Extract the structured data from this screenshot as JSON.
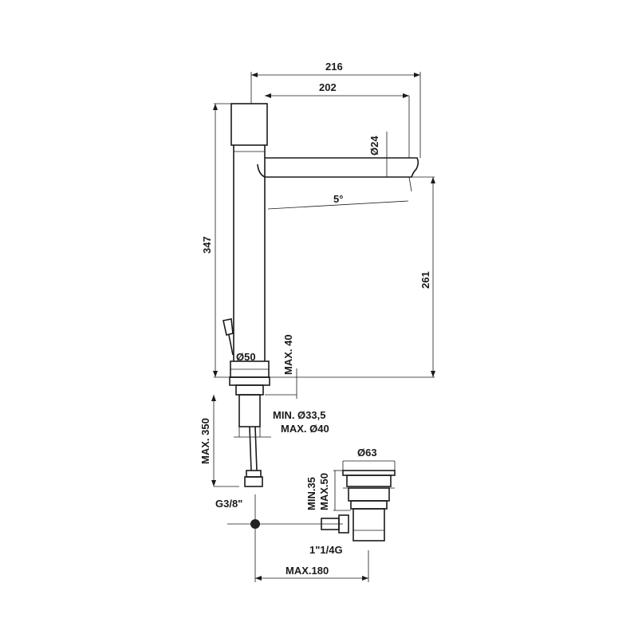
{
  "dimensions": {
    "overall_reach": "216",
    "spout_reach": "202",
    "spout_diameter": "Ø24",
    "spout_angle": "5°",
    "total_height": "347",
    "outlet_height": "261",
    "body_diameter": "Ø50",
    "max_deck": "MAX. 40",
    "hose_length": "MAX. 350",
    "hole_min": "MIN. Ø33,5",
    "hole_max": "MAX. Ø40",
    "hose_connection": "G3/8\"",
    "waste_diameter": "Ø63",
    "waste_min": "MIN.35",
    "waste_max": "MAX.50",
    "waste_thread": "1\"1/4G",
    "waste_reach": "MAX.180"
  },
  "colors": {
    "line": "#1a1a1a",
    "background": "#ffffff"
  }
}
